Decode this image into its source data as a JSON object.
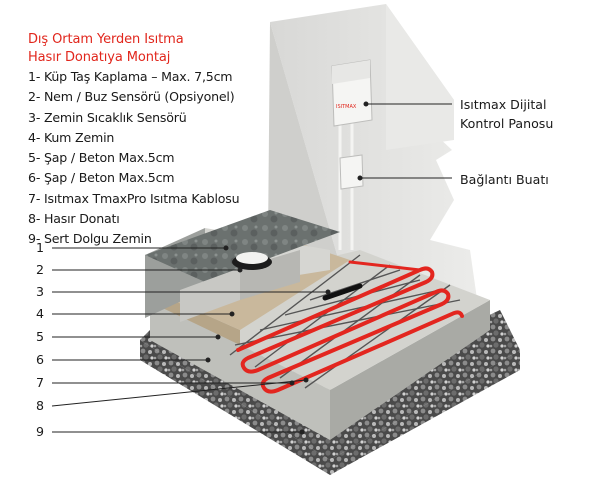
{
  "title": {
    "line1": "Dış Ortam Yerden Isıtma",
    "line2": "Hasır Donatıya Montaj"
  },
  "legend": [
    "1- Küp Taş Kaplama – Max. 7,5cm",
    "2- Nem / Buz Sensörü (Opsiyonel)",
    "3- Zemin Sıcaklık Sensörü",
    "4- Kum Zemin",
    "5- Şap / Beton Max.5cm",
    "6- Şap / Beton Max.5cm",
    "7- Isıtmax TmaxPro Isıtma Kablosu",
    "8- Hasır Donatı",
    "9- Sert Dolgu Zemin"
  ],
  "markers": [
    "1",
    "2",
    "3",
    "4",
    "5",
    "6",
    "7",
    "8",
    "9"
  ],
  "callouts": {
    "panel_line1": "Isıtmax Dijital",
    "panel_line2": "Kontrol Panosu",
    "box": "Bağlantı Buatı"
  },
  "panel_brand": "ISITMAX",
  "colors": {
    "title": "#e1261c",
    "cable": "#e3261f",
    "wall": "#e2e2e0",
    "gravel": "#3a3a3a",
    "concrete": "#c9c9c4",
    "sand": "#c4b39a",
    "leader": "#222222"
  }
}
